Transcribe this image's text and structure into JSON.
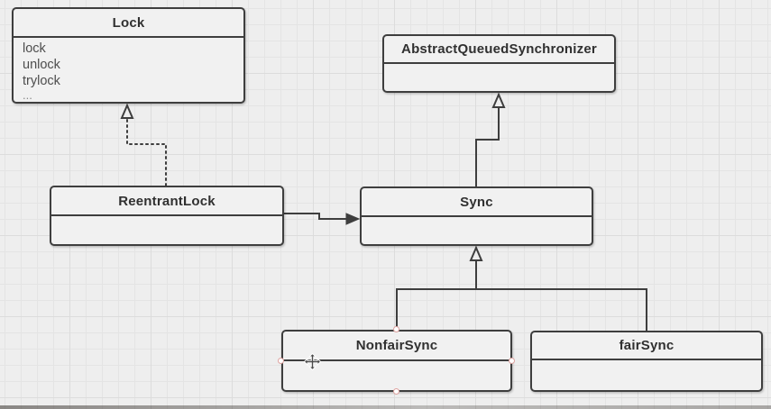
{
  "diagram": {
    "classes": [
      {
        "name": "Lock",
        "members": [
          "lock",
          "unlock",
          "trylock",
          "..."
        ]
      },
      {
        "name": "AbstractQueuedSynchronizer",
        "members": []
      },
      {
        "name": "ReentrantLock",
        "members": []
      },
      {
        "name": "Sync",
        "members": []
      },
      {
        "name": "NonfairSync",
        "members": []
      },
      {
        "name": "fairSync",
        "members": []
      }
    ],
    "relations": [
      {
        "from": "ReentrantLock",
        "to": "Lock",
        "type": "realization",
        "line": "dotted",
        "arrowhead": "hollow-triangle"
      },
      {
        "from": "ReentrantLock",
        "to": "Sync",
        "type": "association",
        "line": "solid",
        "arrowhead": "filled-triangle"
      },
      {
        "from": "Sync",
        "to": "AbstractQueuedSynchronizer",
        "type": "generalization",
        "line": "solid",
        "arrowhead": "hollow-triangle"
      },
      {
        "from": "NonfairSync",
        "to": "Sync",
        "type": "generalization",
        "line": "solid",
        "arrowhead": "hollow-triangle"
      },
      {
        "from": "fairSync",
        "to": "Sync",
        "type": "generalization",
        "line": "solid",
        "arrowhead": "hollow-triangle"
      }
    ],
    "selection": {
      "selected_class": "NonfairSync",
      "handle_count": 4
    },
    "cursor": {
      "type": "move"
    }
  },
  "colors": {
    "bg": "#eeeeee",
    "grid": "#e4e4e4",
    "gridMajor": "#dcdcdc",
    "stroke": "#3e3e3e",
    "boxFill": "#f1f1f1",
    "titleText": "#303030",
    "memberText": "#4d4d4d",
    "handleFill": "#ffffff",
    "handleStroke": "#dfa3a0"
  }
}
